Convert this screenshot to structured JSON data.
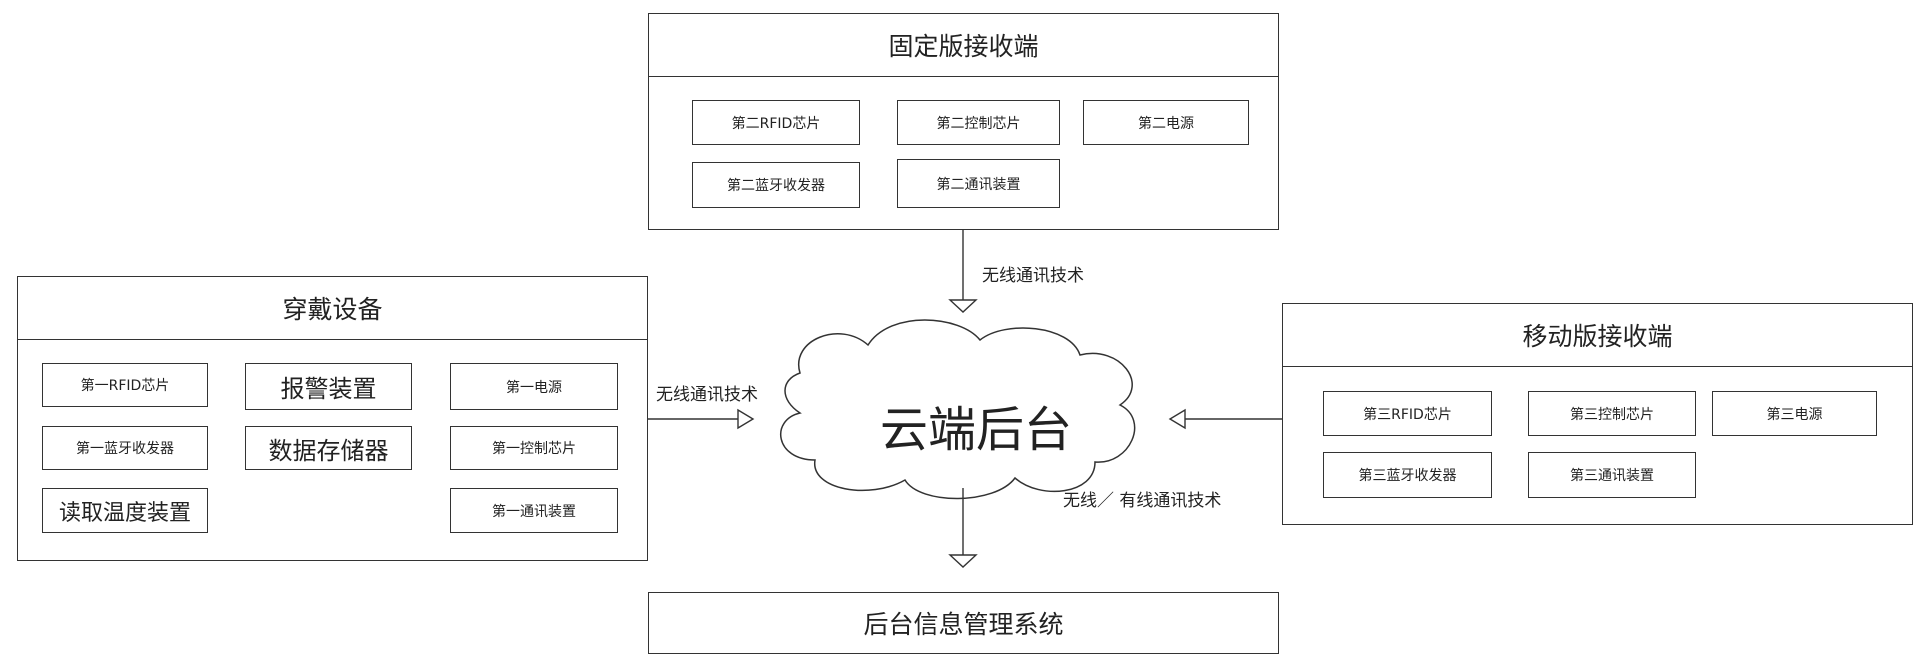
{
  "fixed_receiver": {
    "title": "固定版接收端",
    "rfid": "第二RFID芯片",
    "bluetooth": "第二蓝牙收发器",
    "control": "第二控制芯片",
    "comm": "第二通讯装置",
    "power": "第二电源"
  },
  "wearable": {
    "title": "穿戴设备",
    "rfid": "第一RFID芯片",
    "bluetooth": "第一蓝牙收发器",
    "temp": "读取温度装置",
    "alarm": "报警装置",
    "storage": "数据存储器",
    "power": "第一电源",
    "control": "第一控制芯片",
    "comm": "第一通讯装置"
  },
  "mobile_receiver": {
    "title": "移动版接收端",
    "rfid": "第三RFID芯片",
    "bluetooth": "第三蓝牙收发器",
    "control": "第三控制芯片",
    "comm": "第三通讯装置",
    "power": "第三电源"
  },
  "cloud": {
    "label": "云端后台"
  },
  "backend": {
    "title": "后台信息管理系统"
  },
  "links": {
    "fixed_to_cloud": "无线通讯技术",
    "wearable_to_cloud": "无线通讯技术",
    "cloud_mobile": "无线／ 有线通讯技术"
  }
}
